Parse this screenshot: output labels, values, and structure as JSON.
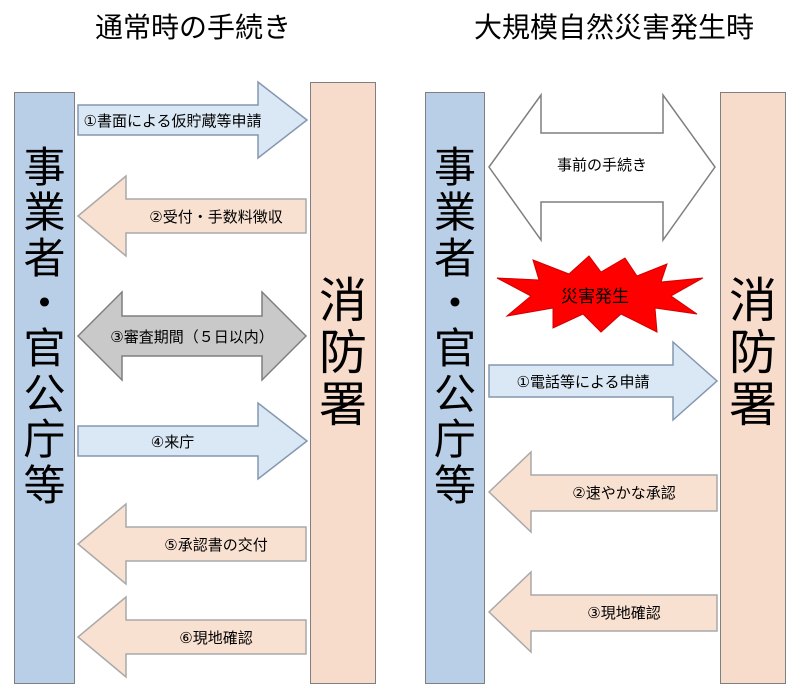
{
  "titles": {
    "left": "通常時の手続き",
    "right": "大規模自然災害発生時"
  },
  "actors": {
    "business": [
      "事",
      "業",
      "者",
      "・",
      "官",
      "公",
      "庁",
      "等"
    ],
    "fire_department": [
      "消",
      "防",
      "署"
    ]
  },
  "left_flow": [
    {
      "label": "①書面による仮貯蔵等申請",
      "direction": "right"
    },
    {
      "label": "②受付・手数料徴収",
      "direction": "left"
    },
    {
      "label": "③審査期間（５日以内）",
      "direction": "both"
    },
    {
      "label": "④来庁",
      "direction": "right"
    },
    {
      "label": "⑤承認書の交付",
      "direction": "left"
    },
    {
      "label": "⑥現地確認",
      "direction": "left"
    }
  ],
  "right_flow": {
    "pre_step": "事前の手続き",
    "disaster": "災害発生",
    "steps": [
      {
        "label": "①電話等による申請",
        "direction": "right"
      },
      {
        "label": "②速やかな承認",
        "direction": "left"
      },
      {
        "label": "③現地確認",
        "direction": "left"
      }
    ]
  },
  "colors": {
    "business_fill": "#b9cfe7",
    "fire_fill": "#f8dccb",
    "request_arrow": "#dae7f4",
    "response_arrow": "#f9e1d2",
    "review_arrow": "#c9c9c9",
    "outline_arrow": "#ffffff",
    "burst": "#ff0000"
  }
}
